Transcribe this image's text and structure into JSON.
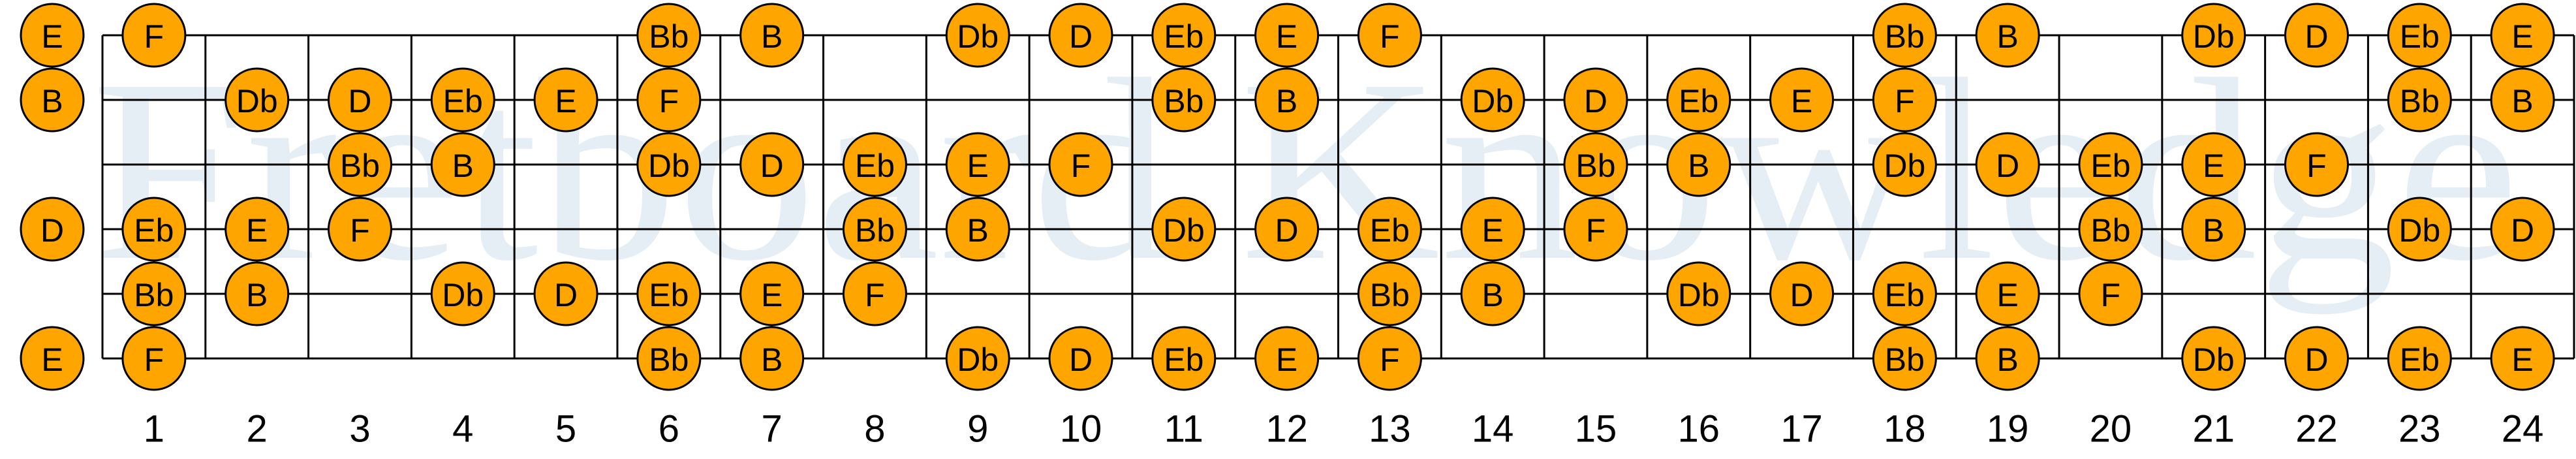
{
  "watermark": "Fretboard Knowledge",
  "colors": {
    "note_fill": "#FFA500",
    "line": "#000000",
    "watermark": "#e5eef5"
  },
  "fret_count": 24,
  "fret_numbers": [
    "1",
    "2",
    "3",
    "4",
    "5",
    "6",
    "7",
    "8",
    "9",
    "10",
    "11",
    "12",
    "13",
    "14",
    "15",
    "16",
    "17",
    "18",
    "19",
    "20",
    "21",
    "22",
    "23",
    "24"
  ],
  "strings": [
    {
      "name": "high-e",
      "notes": [
        [
          0,
          "E"
        ],
        [
          1,
          "F"
        ],
        [
          6,
          "Bb"
        ],
        [
          7,
          "B"
        ],
        [
          9,
          "Db"
        ],
        [
          10,
          "D"
        ],
        [
          11,
          "Eb"
        ],
        [
          12,
          "E"
        ],
        [
          13,
          "F"
        ],
        [
          18,
          "Bb"
        ],
        [
          19,
          "B"
        ],
        [
          21,
          "Db"
        ],
        [
          22,
          "D"
        ],
        [
          23,
          "Eb"
        ],
        [
          24,
          "E"
        ]
      ]
    },
    {
      "name": "b",
      "notes": [
        [
          0,
          "B"
        ],
        [
          2,
          "Db"
        ],
        [
          3,
          "D"
        ],
        [
          4,
          "Eb"
        ],
        [
          5,
          "E"
        ],
        [
          6,
          "F"
        ],
        [
          11,
          "Bb"
        ],
        [
          12,
          "B"
        ],
        [
          14,
          "Db"
        ],
        [
          15,
          "D"
        ],
        [
          16,
          "Eb"
        ],
        [
          17,
          "E"
        ],
        [
          18,
          "F"
        ],
        [
          23,
          "Bb"
        ],
        [
          24,
          "B"
        ]
      ]
    },
    {
      "name": "g",
      "notes": [
        [
          3,
          "Bb"
        ],
        [
          4,
          "B"
        ],
        [
          6,
          "Db"
        ],
        [
          7,
          "D"
        ],
        [
          8,
          "Eb"
        ],
        [
          9,
          "E"
        ],
        [
          10,
          "F"
        ],
        [
          15,
          "Bb"
        ],
        [
          16,
          "B"
        ],
        [
          18,
          "Db"
        ],
        [
          19,
          "D"
        ],
        [
          20,
          "Eb"
        ],
        [
          21,
          "E"
        ],
        [
          22,
          "F"
        ]
      ]
    },
    {
      "name": "d",
      "notes": [
        [
          0,
          "D"
        ],
        [
          1,
          "Eb"
        ],
        [
          2,
          "E"
        ],
        [
          3,
          "F"
        ],
        [
          8,
          "Bb"
        ],
        [
          9,
          "B"
        ],
        [
          11,
          "Db"
        ],
        [
          12,
          "D"
        ],
        [
          13,
          "Eb"
        ],
        [
          14,
          "E"
        ],
        [
          15,
          "F"
        ],
        [
          20,
          "Bb"
        ],
        [
          21,
          "B"
        ],
        [
          23,
          "Db"
        ],
        [
          24,
          "D"
        ]
      ]
    },
    {
      "name": "a",
      "notes": [
        [
          1,
          "Bb"
        ],
        [
          2,
          "B"
        ],
        [
          4,
          "Db"
        ],
        [
          5,
          "D"
        ],
        [
          6,
          "Eb"
        ],
        [
          7,
          "E"
        ],
        [
          8,
          "F"
        ],
        [
          13,
          "Bb"
        ],
        [
          14,
          "B"
        ],
        [
          16,
          "Db"
        ],
        [
          17,
          "D"
        ],
        [
          18,
          "Eb"
        ],
        [
          19,
          "E"
        ],
        [
          20,
          "F"
        ]
      ]
    },
    {
      "name": "low-e",
      "notes": [
        [
          0,
          "E"
        ],
        [
          1,
          "F"
        ],
        [
          6,
          "Bb"
        ],
        [
          7,
          "B"
        ],
        [
          9,
          "Db"
        ],
        [
          10,
          "D"
        ],
        [
          11,
          "Eb"
        ],
        [
          12,
          "E"
        ],
        [
          13,
          "F"
        ],
        [
          18,
          "Bb"
        ],
        [
          19,
          "B"
        ],
        [
          21,
          "Db"
        ],
        [
          22,
          "D"
        ],
        [
          23,
          "Eb"
        ],
        [
          24,
          "E"
        ]
      ]
    }
  ]
}
